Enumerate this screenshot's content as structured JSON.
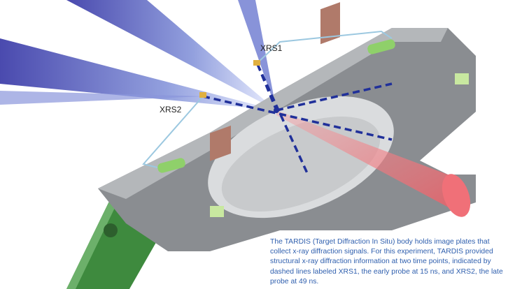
{
  "labels": {
    "xrs1": "XRS1",
    "xrs2": "XRS2"
  },
  "caption": "The TARDIS (Target Diffraction In Situ) body holds image plates that collect x-ray diffraction signals. For this experiment, TARDIS provided structural x-ray diffraction information at two time points, indicated by dashed lines labeled XRS1, the early probe at 15 ns, and XRS2, the late probe at 49 ns.",
  "colors": {
    "caption": "#2f5fae",
    "beam": "#3a3aa8",
    "laser": "#e8505a",
    "body": "#8a8d91",
    "strip": "#3e8a3e",
    "pad": "#8fd06a"
  }
}
